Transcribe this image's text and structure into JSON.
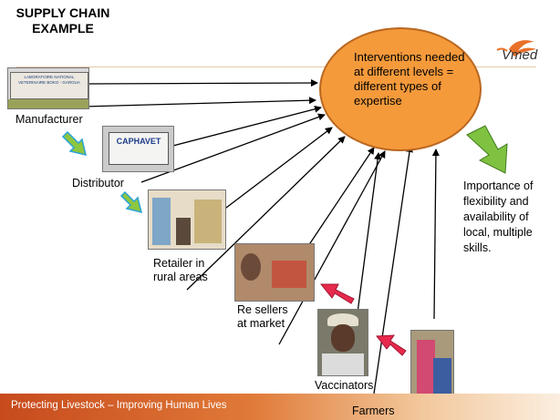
{
  "title": "SUPPLY CHAIN\nEXAMPLE",
  "logo": {
    "text": "Vmed"
  },
  "ellipse_text": "Interventions needed at different levels = different types of expertise",
  "importance_text": "Importance of flexibility and availability of local, multiple skills.",
  "levels": {
    "manufacturer": "Manufacturer",
    "distributor": "Distributor",
    "retailer": "Retailer in\nrural areas",
    "resellers": "Re sellers\nat market",
    "vaccinators": "Vaccinators",
    "farmers": "Farmers"
  },
  "photo_signs": {
    "manufacturer": "LABORATOIRE NATIONAL VETERINAIRE BOKO - GAROUA",
    "distributor": "CAPHAVET"
  },
  "footer": "Protecting Livestock – Improving Human Lives",
  "colors": {
    "ellipse_fill": "#f59a3b",
    "down_arrow": "#7fc241",
    "small_arrow_fill": "#8dc63f",
    "small_arrow_stroke": "#29a3d8",
    "red_arrow": "#e6294c",
    "footer": "#d4612a"
  }
}
